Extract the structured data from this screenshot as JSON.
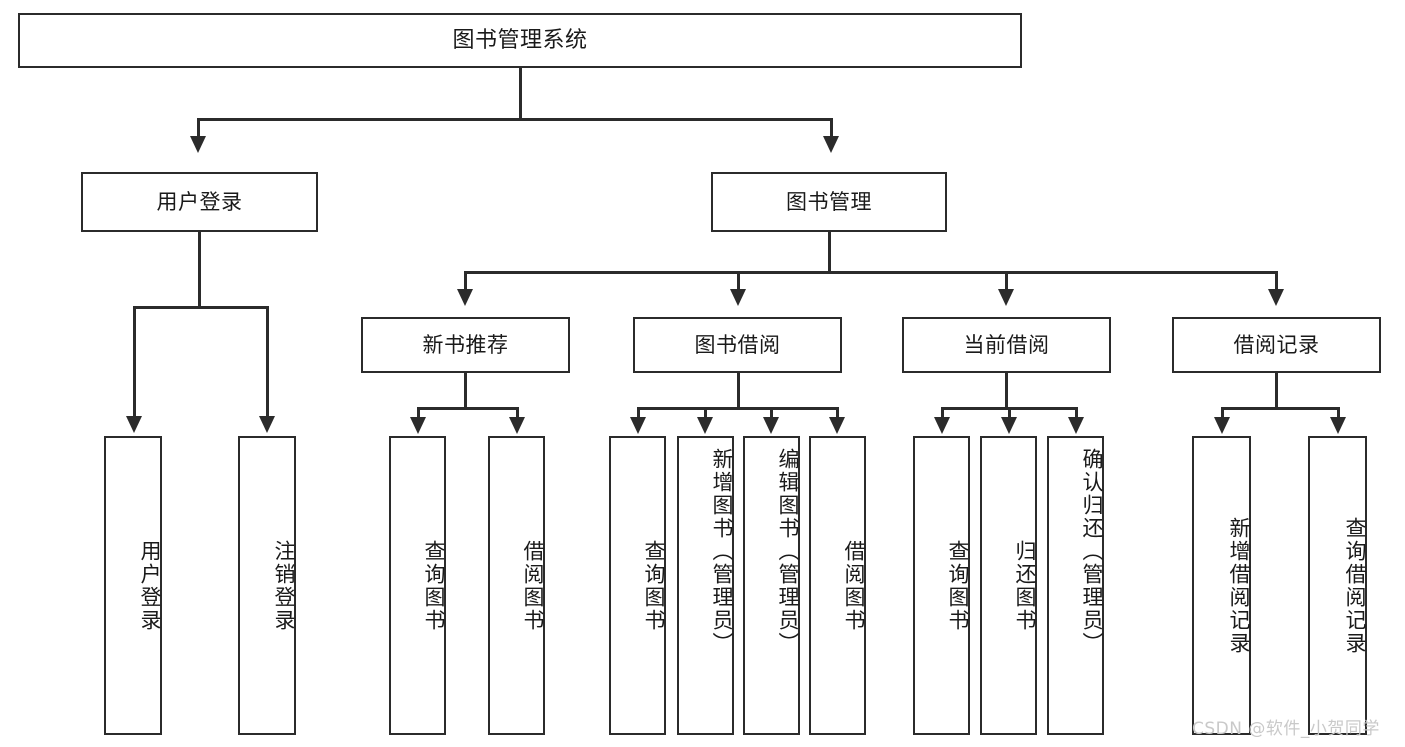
{
  "diagram": {
    "type": "tree",
    "title": "图书管理系统",
    "root": {
      "label": "图书管理系统"
    },
    "level2": [
      {
        "label": "用户登录"
      },
      {
        "label": "图书管理"
      }
    ],
    "level3": [
      {
        "label": "新书推荐"
      },
      {
        "label": "图书借阅"
      },
      {
        "label": "当前借阅"
      },
      {
        "label": "借阅记录"
      }
    ],
    "leaves": {
      "user_login": [
        {
          "label": "用户登录"
        },
        {
          "label": "注销登录"
        }
      ],
      "new_book_recommend": [
        {
          "label": "查询图书"
        },
        {
          "label": "借阅图书"
        }
      ],
      "book_borrow": [
        {
          "label": "查询图书"
        },
        {
          "label": "新增图书（管理员）"
        },
        {
          "label": "编辑图书（管理员）"
        },
        {
          "label": "借阅图书"
        }
      ],
      "current_borrow": [
        {
          "label": "查询图书"
        },
        {
          "label": "归还图书"
        },
        {
          "label": "确认归还（管理员）"
        }
      ],
      "borrow_record": [
        {
          "label": "新增借阅记录"
        },
        {
          "label": "查询借阅记录"
        }
      ]
    },
    "watermark": "CSDN @软件_小贺同学",
    "colors": {
      "stroke": "#2b2b2b",
      "fill": "#ffffff",
      "text": "#1a1a1a",
      "watermark": "#c9c9c9"
    }
  }
}
